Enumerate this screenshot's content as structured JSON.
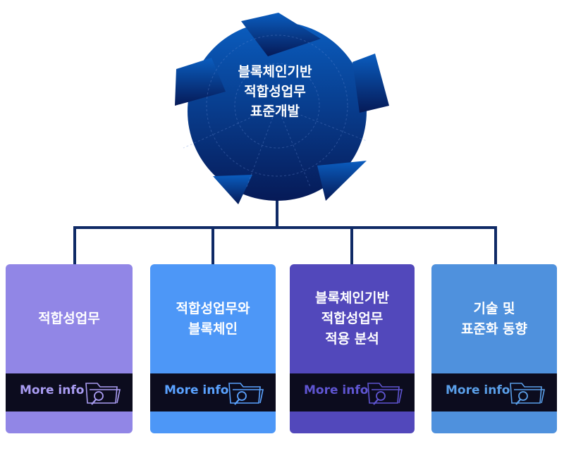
{
  "hub": {
    "lines": [
      "블록체인기반",
      "적합성업무",
      "표준개발"
    ]
  },
  "cards": [
    {
      "lines": [
        "적합성업무"
      ],
      "more": "More info",
      "bg": "#9186e6",
      "accent": "#a99cf2"
    },
    {
      "lines": [
        "적합성업무와",
        "블록체인"
      ],
      "more": "More info",
      "bg": "#4d97f7",
      "accent": "#5aa2ff"
    },
    {
      "lines": [
        "블록체인기반",
        "적합성업무",
        "적용 분석"
      ],
      "more": "More info",
      "bg": "#5248bb",
      "accent": "#5f55d2"
    },
    {
      "lines": [
        "기술 및",
        "표준화 동향"
      ],
      "more": "More info",
      "bg": "#4f91dd",
      "accent": "#5a9fe9"
    }
  ],
  "colors": {
    "hub_top": "#0a5dbf",
    "hub_bottom": "#061a57",
    "connector": "#0f2a66"
  }
}
